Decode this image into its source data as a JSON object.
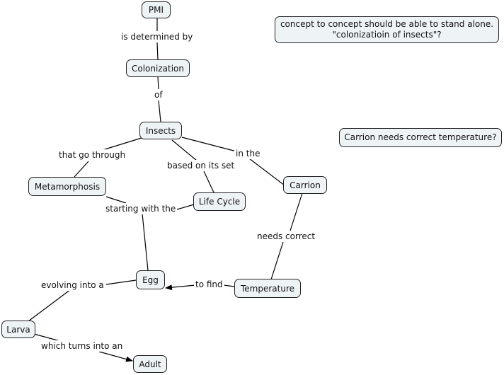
{
  "concepts": {
    "pmi": "PMI",
    "colonization": "Colonization",
    "insects": "Insects",
    "metamorphosis": "Metamorphosis",
    "life_cycle": "Life Cycle",
    "carrion": "Carrion",
    "egg": "Egg",
    "temperature": "Temperature",
    "larva": "Larva",
    "adult": "Adult"
  },
  "linking_phrases": {
    "is_determined_by": "is determined by",
    "of": "of",
    "that_go_through": "that go through",
    "based_on_its_set": "based on its set",
    "in_the": "in the",
    "starting_with_the": "starting with the",
    "needs_correct": "needs correct",
    "to_find": "to find",
    "evolving_into_a": "evolving into a",
    "which_turns_into_an": "which turns into an"
  },
  "notes": {
    "note1_line1": "concept to concept should be able to stand alone.",
    "note1_line2": "\"colonizatioin of insects\"?",
    "note2": "Carrion needs correct temperature?"
  },
  "colors": {
    "node_fill": "#eef3f5",
    "line": "#000000"
  }
}
